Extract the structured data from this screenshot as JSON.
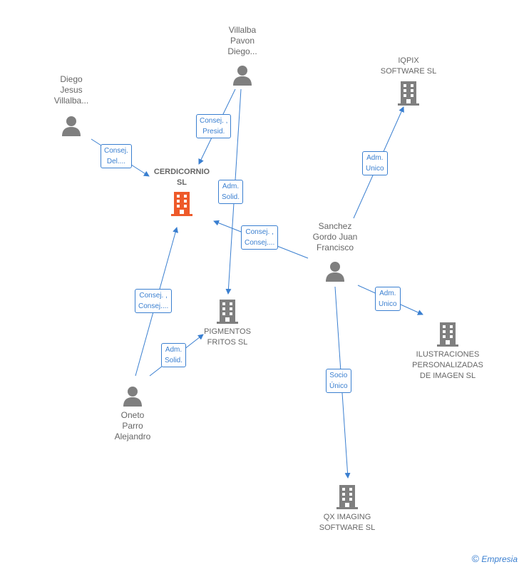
{
  "colors": {
    "edge": "#3a7fd0",
    "person": "#7f7f7f",
    "company": "#7f7f7f",
    "focus": "#ee5a2a"
  },
  "nodes": {
    "villalba": [
      "Villalba",
      "Pavon",
      "Diego..."
    ],
    "diego": [
      "Diego",
      "Jesus",
      "Villalba..."
    ],
    "cerdicornio": [
      "CERDICORNIO",
      "SL"
    ],
    "iqpix": [
      "IQPIX",
      "SOFTWARE  SL"
    ],
    "sanchez": [
      "Sanchez",
      "Gordo Juan",
      "Francisco"
    ],
    "pigmentos": [
      "PIGMENTOS",
      "FRITOS  SL"
    ],
    "ilustraciones": [
      "ILUSTRACIONES",
      "PERSONALIZADAS",
      "DE IMAGEN SL"
    ],
    "oneto": [
      "Oneto",
      "Parro",
      "Alejandro"
    ],
    "qx": [
      "QX IMAGING",
      "SOFTWARE SL"
    ]
  },
  "edge_labels": {
    "villalba_cerdicornio": [
      "Consej. ,",
      "Presid."
    ],
    "diego_cerdicornio": [
      "Consej.",
      "Del...."
    ],
    "villalba_pigmentos": [
      "Adm.",
      "Solid."
    ],
    "sanchez_iqpix": [
      "Adm.",
      "Unico"
    ],
    "sanchez_cerdicornio": [
      "Consej. ,",
      "Consej...."
    ],
    "sanchez_ilustraciones": [
      "Adm.",
      "Unico"
    ],
    "oneto_cerdicornio": [
      "Consej. ,",
      "Consej...."
    ],
    "oneto_pigmentos": [
      "Adm.",
      "Solid."
    ],
    "sanchez_qx": [
      "Socio",
      "Único"
    ]
  },
  "footer": {
    "copyright": "©",
    "brand": "Empresia"
  }
}
